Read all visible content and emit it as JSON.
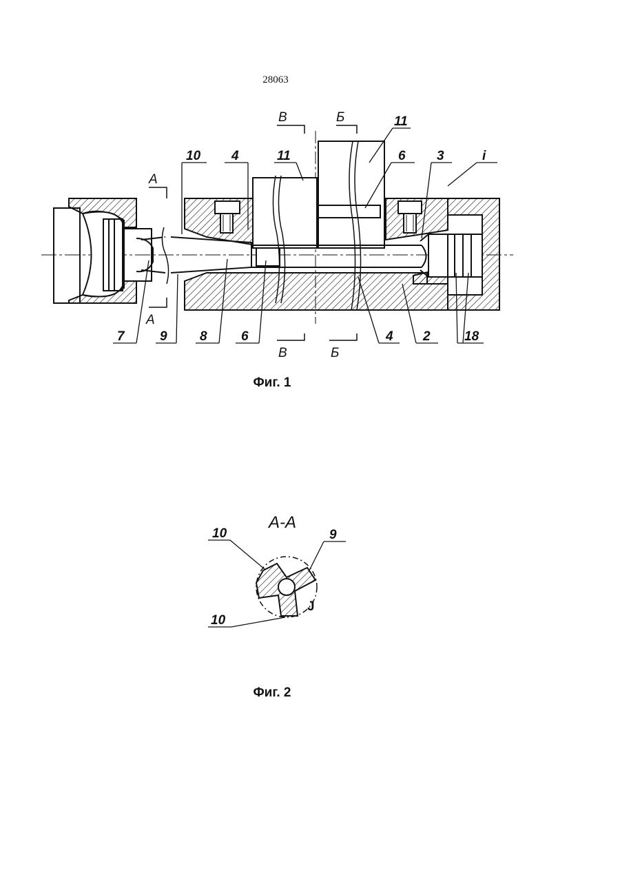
{
  "page": {
    "number": "28063"
  },
  "fig1": {
    "caption": "Фиг. 1",
    "section_marks": {
      "A": "А",
      "B": "Б",
      "V": "В"
    },
    "labels": {
      "l10": "10",
      "l4top": "4",
      "l11a": "11",
      "l11b": "11",
      "l6top": "6",
      "l3": "3",
      "li": "i",
      "l7": "7",
      "l9": "9",
      "l8": "8",
      "l6bot": "6",
      "l4bot": "4",
      "l2": "2",
      "l18": "18"
    }
  },
  "fig2": {
    "caption": "Фиг. 2",
    "title": "А-А",
    "labels": {
      "l10a": "10",
      "l9": "9",
      "l10b": "10",
      "lJ": "J"
    }
  }
}
